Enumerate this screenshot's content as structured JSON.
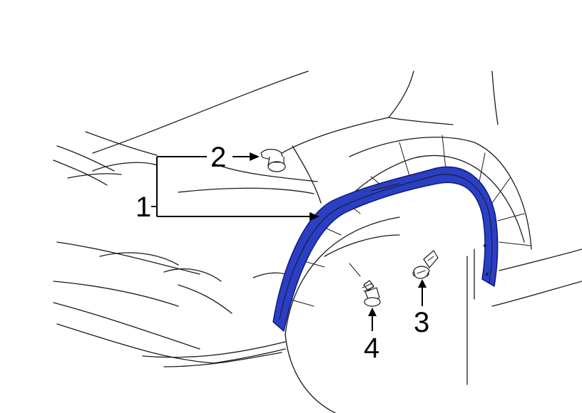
{
  "callouts": [
    {
      "id": "1",
      "label": "1"
    },
    {
      "id": "2",
      "label": "2"
    },
    {
      "id": "3",
      "label": "3"
    },
    {
      "id": "4",
      "label": "4"
    }
  ],
  "colors": {
    "flare": "#2a3fc4",
    "flare_edge": "#0d1a7a",
    "linework": "#1a1a1a"
  }
}
